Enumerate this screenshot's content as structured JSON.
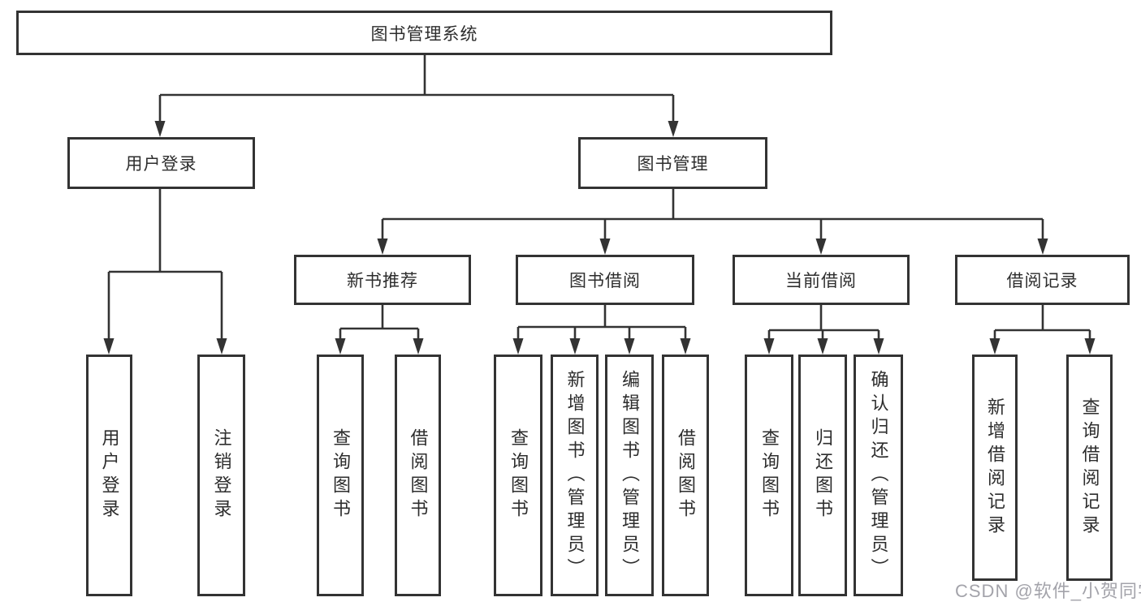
{
  "page": {
    "background": "#ffffff",
    "line_color": "#333333",
    "text_color": "#2d2d2d"
  },
  "watermark": {
    "text": "CSDN @软件_小贺同学",
    "color": "#9a9aa2"
  },
  "diagram": {
    "root": {
      "label": "图书管理系统"
    },
    "branches": [
      {
        "label": "用户登录",
        "children": [
          {
            "label": "用户登录"
          },
          {
            "label": "注销登录"
          }
        ]
      },
      {
        "label": "图书管理",
        "children": [
          {
            "label": "新书推荐",
            "children": [
              {
                "label": "查询图书"
              },
              {
                "label": "借阅图书"
              }
            ]
          },
          {
            "label": "图书借阅",
            "children": [
              {
                "label": "查询图书"
              },
              {
                "label": "新增图书（管理员）"
              },
              {
                "label": "编辑图书（管理员）"
              },
              {
                "label": "借阅图书"
              }
            ]
          },
          {
            "label": "当前借阅",
            "children": [
              {
                "label": "查询图书"
              },
              {
                "label": "归还图书"
              },
              {
                "label": "确认归还（管理员）"
              }
            ]
          },
          {
            "label": "借阅记录",
            "children": [
              {
                "label": "新增借阅记录"
              },
              {
                "label": "查询借阅记录"
              }
            ]
          }
        ]
      }
    ]
  }
}
